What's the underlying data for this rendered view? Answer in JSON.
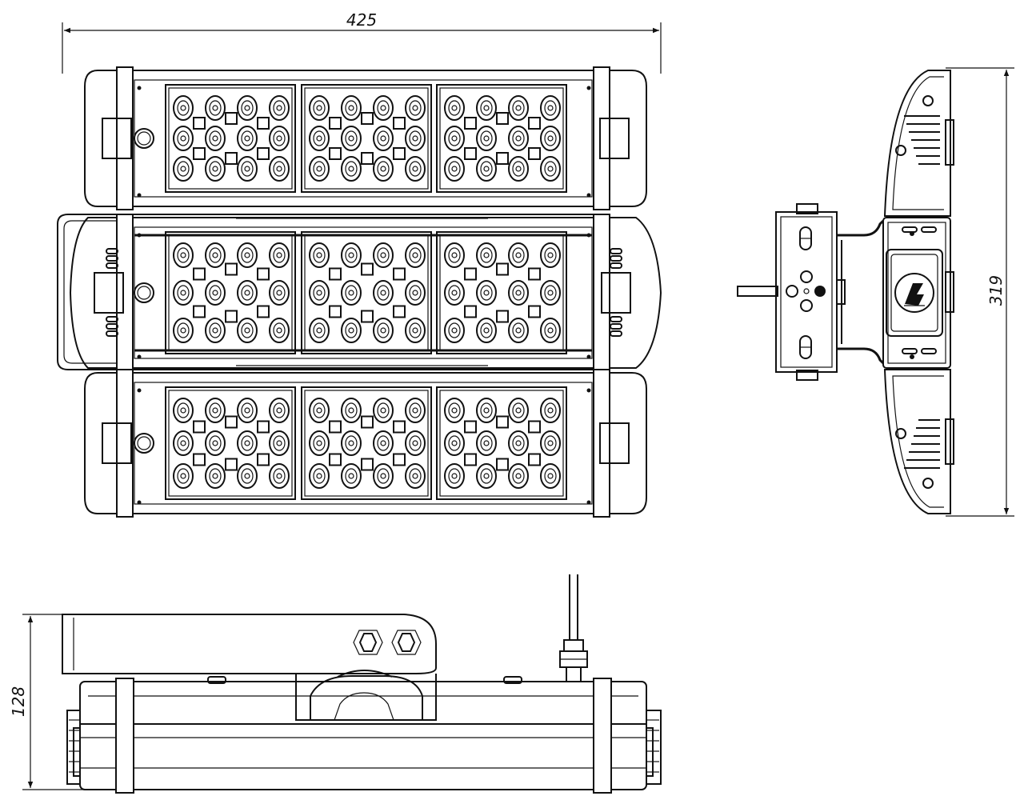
{
  "dimensions": {
    "width": "425",
    "height": "319",
    "depth": "128"
  },
  "views": [
    "front-view",
    "side-view",
    "bottom-view"
  ],
  "module_grid": {
    "rows": 3,
    "columns": 3
  },
  "led_pattern": {
    "lens_rows": 3,
    "lens_per_row": 4
  },
  "colors": {
    "line": "#111111",
    "paper": "#ffffff"
  }
}
